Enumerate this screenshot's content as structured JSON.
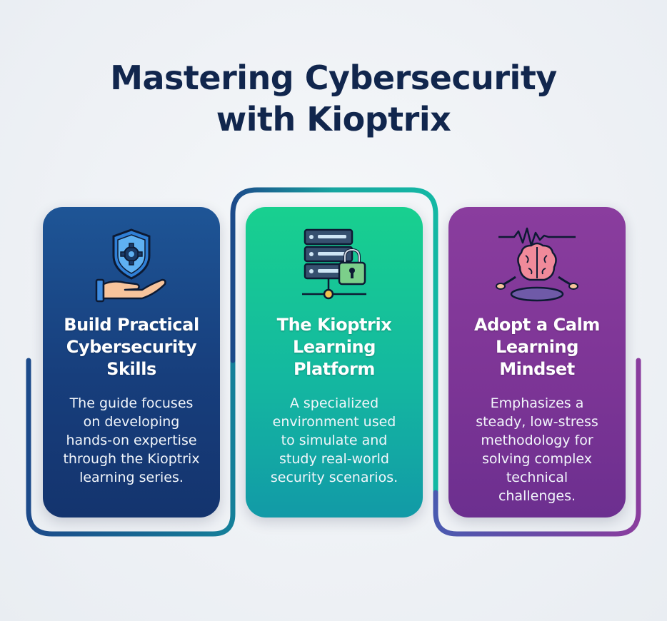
{
  "title": {
    "line1": "Mastering Cybersecurity",
    "line2": "with Kioptrix"
  },
  "cards": [
    {
      "title_lines": [
        "Build Practical",
        "Cybersecurity",
        "Skills"
      ],
      "description_lines": [
        "The guide focuses",
        "on developing",
        "hands-on expertise",
        "through the Kioptrix",
        "learning series."
      ],
      "icon": "shield-gear-hand-icon",
      "color_top": "#1e5596",
      "color_bottom": "#14346e"
    },
    {
      "title_lines": [
        "The Kioptrix",
        "Learning",
        "Platform"
      ],
      "description_lines": [
        "A specialized",
        "environment used",
        "to simulate and",
        "study real-world",
        "security scenarios."
      ],
      "icon": "server-lock-icon",
      "color_top": "#18d08f",
      "color_bottom": "#129aa7"
    },
    {
      "title_lines": [
        "Adopt a Calm",
        "Learning",
        "Mindset"
      ],
      "description_lines": [
        "Emphasizes a",
        "steady, low-stress",
        "methodology for",
        "solving complex",
        "technical",
        "challenges."
      ],
      "icon": "meditating-brain-icon",
      "color_top": "#8a3d9e",
      "color_bottom": "#6c2f8f"
    }
  ]
}
